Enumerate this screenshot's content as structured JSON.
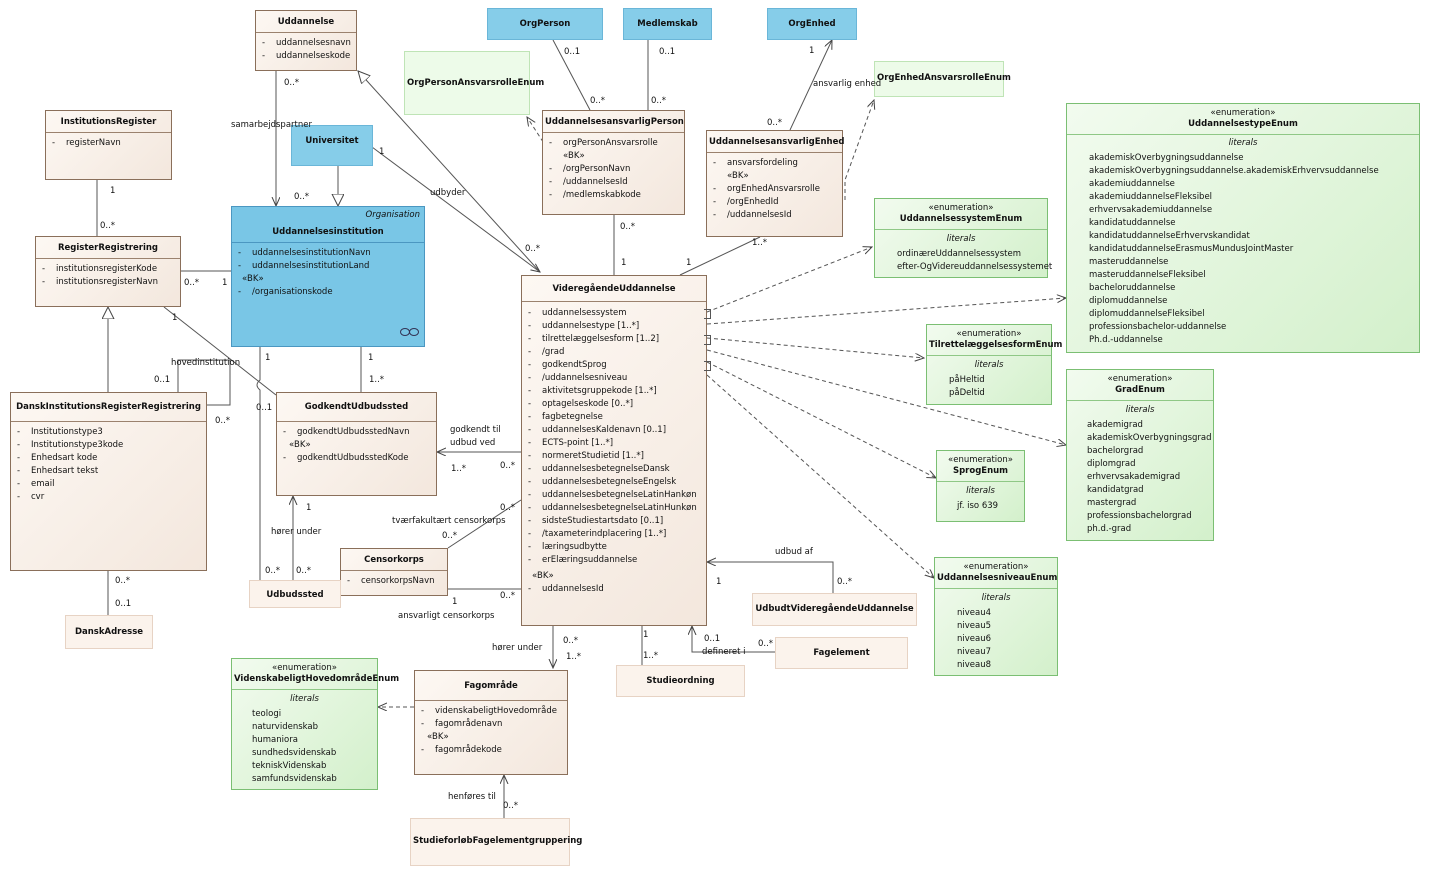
{
  "diagram": {
    "classes": {
      "uddannelse": {
        "name": "Uddannelse",
        "attrs": [
          {
            "v": "-",
            "t": "uddannelsesnavn"
          },
          {
            "v": "-",
            "t": "uddannelseskode"
          }
        ]
      },
      "orgperson": {
        "name": "OrgPerson"
      },
      "medlemskab": {
        "name": "Medlemskab"
      },
      "orgenhed": {
        "name": "OrgEnhed"
      },
      "orgpersonEnum": {
        "name": "OrgPersonAnsvarsrolleEnum"
      },
      "orgenhedEnum": {
        "name": "OrgEnhedAnsvarsrolleEnum"
      },
      "institutionsregister": {
        "name": "InstitutionsRegister",
        "attrs": [
          {
            "v": "-",
            "t": "registerNavn"
          }
        ]
      },
      "universitet": {
        "name": "Universitet"
      },
      "uddannelsesansvarligPerson": {
        "name": "UddannelsesansvarligPerson",
        "attrs": [
          {
            "v": "-",
            "t": "orgPersonAnsvarsrolle"
          }
        ],
        "bk": "«BK»",
        "bkattrs": [
          {
            "v": "-",
            "t": "/orgPersonNavn"
          },
          {
            "v": "-",
            "t": "/uddannelsesId"
          },
          {
            "v": "-",
            "t": "/medlemskabkode"
          }
        ]
      },
      "uddannelsesansvarligEnhed": {
        "name": "UddannelsesansvarligEnhed",
        "attrs": [
          {
            "v": "-",
            "t": "ansvarsfordeling"
          }
        ],
        "bk": "«BK»",
        "bkattrs": [
          {
            "v": "-",
            "t": "orgEnhedAnsvarsrolle"
          },
          {
            "v": "-",
            "t": "/orgEnhedId"
          },
          {
            "v": "-",
            "t": "/uddannelsesId"
          }
        ]
      },
      "registerRegistrering": {
        "name": "RegisterRegistrering",
        "attrs": [
          {
            "v": "-",
            "t": "institutionsregisterKode"
          },
          {
            "v": "-",
            "t": "institutionsregisterNavn"
          }
        ]
      },
      "uddannelsesinstitution": {
        "name": "Uddannelsesinstitution",
        "corner": "Organisation",
        "attrs": [
          {
            "v": "-",
            "t": "uddannelsesinstitutionNavn"
          },
          {
            "v": "-",
            "t": "uddannelsesinstitutionLand"
          }
        ],
        "bk": "«BK»",
        "bkattrs": [
          {
            "v": "-",
            "t": "/organisationskode"
          }
        ]
      },
      "videregaaende": {
        "name": "VideregåendeUddannelse",
        "attrs": [
          {
            "v": "-",
            "t": "uddannelsessystem"
          },
          {
            "v": "-",
            "t": "uddannelsestype [1..*]"
          },
          {
            "v": "-",
            "t": "tilrettelæggelsesform [1..2]"
          },
          {
            "v": "-",
            "t": "/grad"
          },
          {
            "v": "-",
            "t": "godkendtSprog"
          },
          {
            "v": "-",
            "t": "/uddannelsesniveau"
          },
          {
            "v": "-",
            "t": "aktivitetsgruppekode [1..*]"
          },
          {
            "v": "-",
            "t": "optagelseskode [0..*]"
          },
          {
            "v": "-",
            "t": "fagbetegnelse"
          },
          {
            "v": "-",
            "t": "uddannelsesKaldenavn [0..1]"
          },
          {
            "v": "-",
            "t": "ECTS-point [1..*]"
          },
          {
            "v": "-",
            "t": "normeretStudietid [1..*]"
          },
          {
            "v": "-",
            "t": "uddannelsesbetegnelseDansk"
          },
          {
            "v": "-",
            "t": "uddannelsesbetegnelseEngelsk"
          },
          {
            "v": "-",
            "t": "uddannelsesbetegnelseLatinHankøn"
          },
          {
            "v": "-",
            "t": "uddannelsesbetegnelseLatinHunkøn"
          },
          {
            "v": "-",
            "t": "sidsteStudiestartsdato [0..1]"
          },
          {
            "v": "-",
            "t": "/taxameterindplacering [1..*]"
          },
          {
            "v": "-",
            "t": "læringsudbytte"
          },
          {
            "v": "-",
            "t": "erElæringsuddannelse"
          }
        ],
        "bk": "«BK»",
        "bkattrs": [
          {
            "v": "-",
            "t": "uddannelsesId"
          }
        ]
      },
      "danskInst": {
        "name": "DanskInstitutionsRegisterRegistrering",
        "attrs": [
          {
            "v": "-",
            "t": "Institutionstype3"
          },
          {
            "v": "-",
            "t": "Institutionstype3kode"
          },
          {
            "v": "-",
            "t": "Enhedsart kode"
          },
          {
            "v": "-",
            "t": "Enhedsart tekst"
          },
          {
            "v": "-",
            "t": "email"
          },
          {
            "v": "-",
            "t": "cvr"
          }
        ]
      },
      "godkendtUdbudssted": {
        "name": "GodkendtUdbudssted",
        "attrs": [
          {
            "v": "-",
            "t": "godkendtUdbudsstedNavn"
          }
        ],
        "bk": "«BK»",
        "bkattrs": [
          {
            "v": "-",
            "t": "godkendtUdbudsstedKode"
          }
        ]
      },
      "censorkorps": {
        "name": "Censorkorps",
        "attrs": [
          {
            "v": "-",
            "t": "censorkorpsNavn"
          }
        ]
      },
      "udbudssted": {
        "name": "Udbudssted"
      },
      "danskAdresse": {
        "name": "DanskAdresse"
      },
      "udbudtVideregaaende": {
        "name": "UdbudtVideregåendeUddannelse"
      },
      "fagelement": {
        "name": "Fagelement"
      },
      "studieordning": {
        "name": "Studieordning"
      },
      "fagomraade": {
        "name": "Fagområde",
        "attrs": [
          {
            "v": "-",
            "t": "videnskabeligtHovedområde"
          },
          {
            "v": "-",
            "t": "fagområdenavn"
          }
        ],
        "bk": "«BK»",
        "bkattrs": [
          {
            "v": "-",
            "t": "fagområdekode"
          }
        ]
      },
      "studieforloeb": {
        "name": "StudieforløbFagelementgruppering"
      }
    },
    "enums": {
      "uddannelsestype": {
        "stereo": "«enumeration»",
        "name": "UddannelsestypeEnum",
        "literals_header": "literals",
        "literals": [
          "akademiskOverbygningsuddannelse",
          "akademiskOverbygningsuddannelse.akademiskErhvervsuddannelse",
          "akademiuddannelse",
          "akademiuddannelseFleksibel",
          "erhvervsakademiuddannelse",
          "kandidatuddannelse",
          "kandidatuddannelseErhvervskandidat",
          "kandidatuddannelseErasmusMundusJointMaster",
          "masteruddannelse",
          "masteruddannelseFleksibel",
          "bacheloruddannelse",
          "diplomuddannelse",
          "diplomuddannelseFleksibel",
          "professionsbachelor-uddannelse",
          "Ph.d.-uddannelse"
        ]
      },
      "uddannelsessystem": {
        "stereo": "«enumeration»",
        "name": "UddannelsessystemEnum",
        "literals_header": "literals",
        "literals": [
          "ordinæreUddannelsessystem",
          "efter-OgVidereuddannelsessystemet"
        ]
      },
      "tilrettelaeggelse": {
        "stereo": "«enumeration»",
        "name": "TilrettelæggelsesformEnum",
        "literals_header": "literals",
        "literals": [
          "påHeltid",
          "påDeltid"
        ]
      },
      "grad": {
        "stereo": "«enumeration»",
        "name": "GradEnum",
        "literals_header": "literals",
        "literals": [
          "akademigrad",
          "akademiskOverbygningsgrad",
          "bachelorgrad",
          "diplomgrad",
          "erhvervsakademigrad",
          "kandidatgrad",
          "mastergrad",
          "professionsbachelorgrad",
          "ph.d.-grad"
        ]
      },
      "sprog": {
        "stereo": "«enumeration»",
        "name": "SprogEnum",
        "literals_header": "literals",
        "literals": [
          "jf. iso 639"
        ]
      },
      "niveau": {
        "stereo": "«enumeration»",
        "name": "UddannelsesniveauEnum",
        "literals_header": "literals",
        "literals": [
          "niveau4",
          "niveau5",
          "niveau6",
          "niveau7",
          "niveau8"
        ]
      },
      "hovedomraade": {
        "stereo": "«enumeration»",
        "name": "VidenskabeligtHovedområdeEnum",
        "literals_header": "literals",
        "literals": [
          "teologi",
          "naturvidenskab",
          "humaniora",
          "sundhedsvidenskab",
          "tekniskVidenskab",
          "samfundsvidenskab"
        ]
      }
    },
    "labels": {
      "samarbejdspartner": "samarbejdspartner",
      "udbyder": "udbyder",
      "ansvarligEnhed": "ansvarlig enhed",
      "hovedinstitution": "hovedinstitution",
      "godkendtTil": "godkendt til",
      "udbudVed": "udbud ved",
      "tvaerfakultaert": "tværfakultært censorkorps",
      "hoererUnder1": "hører under",
      "ansvarligtCensorkorps": "ansvarligt censorkorps",
      "udbudAf": "udbud af",
      "hoererUnder2": "hører under",
      "defineretI": "defineret i",
      "henfoeresTil": "henføres til"
    },
    "multiplicities": {
      "m1": "0..1",
      "m2": "0..*",
      "m3": "0..1",
      "m4": "0..*",
      "m5": "1",
      "m6": "0..*",
      "m7": "0..*",
      "m8": "1",
      "m9": "0..*",
      "m10": "0..*",
      "m11": "1",
      "m12": "0..*",
      "m13": "1",
      "m14": "0..*",
      "m15": "1",
      "m16": "1..*",
      "m17": "0..*",
      "m18": "1",
      "m19": "0..1",
      "m20": "0..*",
      "m21": "1",
      "m22": "1..*",
      "m23": "1",
      "m24": "1..*",
      "m25": "0..*",
      "m26": "0..*",
      "m27": "1",
      "m28": "0..*",
      "m29": "0..*",
      "m30": "1",
      "m31": "0..*",
      "m32": "0..1",
      "m33": "1",
      "m34": "0..*",
      "m35": "0..*",
      "m36": "1..*",
      "m37": "1",
      "m38": "1..*",
      "m39": "0..1",
      "m40": "0..*",
      "m41": "0..*",
      "m42": "1"
    }
  }
}
